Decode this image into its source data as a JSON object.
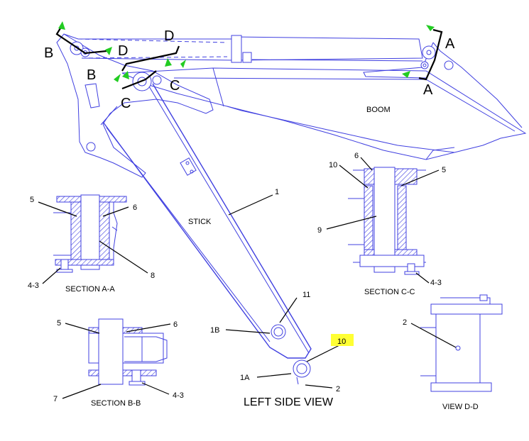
{
  "labels": {
    "boom": "BOOM",
    "stick": "STICK",
    "left_side_view": "LEFT SIDE VIEW",
    "section_aa": "SECTION A-A",
    "section_bb": "SECTION B-B",
    "section_cc": "SECTION C-C",
    "view_dd": "VIEW D-D"
  },
  "section_marks": {
    "a": "A",
    "b": "B",
    "c": "C",
    "d": "D"
  },
  "callouts": {
    "n1": "1",
    "n1a": "1A",
    "n1b": "1B",
    "n2": "2",
    "n4_3": "4-3",
    "n5": "5",
    "n6": "6",
    "n7": "7",
    "n8": "8",
    "n9": "9",
    "n10": "10",
    "n11": "11"
  },
  "colors": {
    "line": "#4040e0",
    "highlight": "#ffff33",
    "arrow": "#22cc22",
    "leader": "#000000"
  }
}
